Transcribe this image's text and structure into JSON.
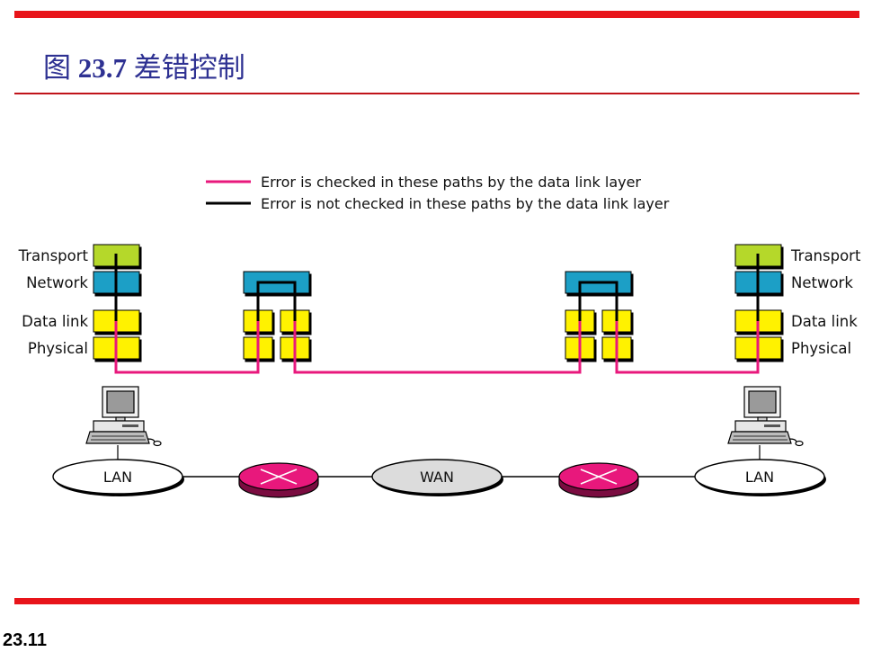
{
  "header": {
    "title_prefix": "图",
    "title_number": "23.7",
    "title_text": "差错控制"
  },
  "legend": {
    "checked": "Error is checked in these paths by the data link layer",
    "not_checked": "Error is not checked in these paths by the data link layer"
  },
  "layers": {
    "transport": "Transport",
    "network": "Network",
    "data_link": "Data link",
    "physical": "Physical"
  },
  "networks": {
    "lan_left": "LAN",
    "wan": "WAN",
    "lan_right": "LAN"
  },
  "colors": {
    "checked_path": "#e8187c",
    "unchecked_path": "#000000",
    "transport_layer": "#b5d82a",
    "network_layer": "#1f9fc6",
    "datalink_layer": "#fff200",
    "router": "#e8187c",
    "wan_cloud": "#dcdcdc",
    "accent_bar": "#e8141a"
  },
  "footer": {
    "page_number": "23.11"
  }
}
